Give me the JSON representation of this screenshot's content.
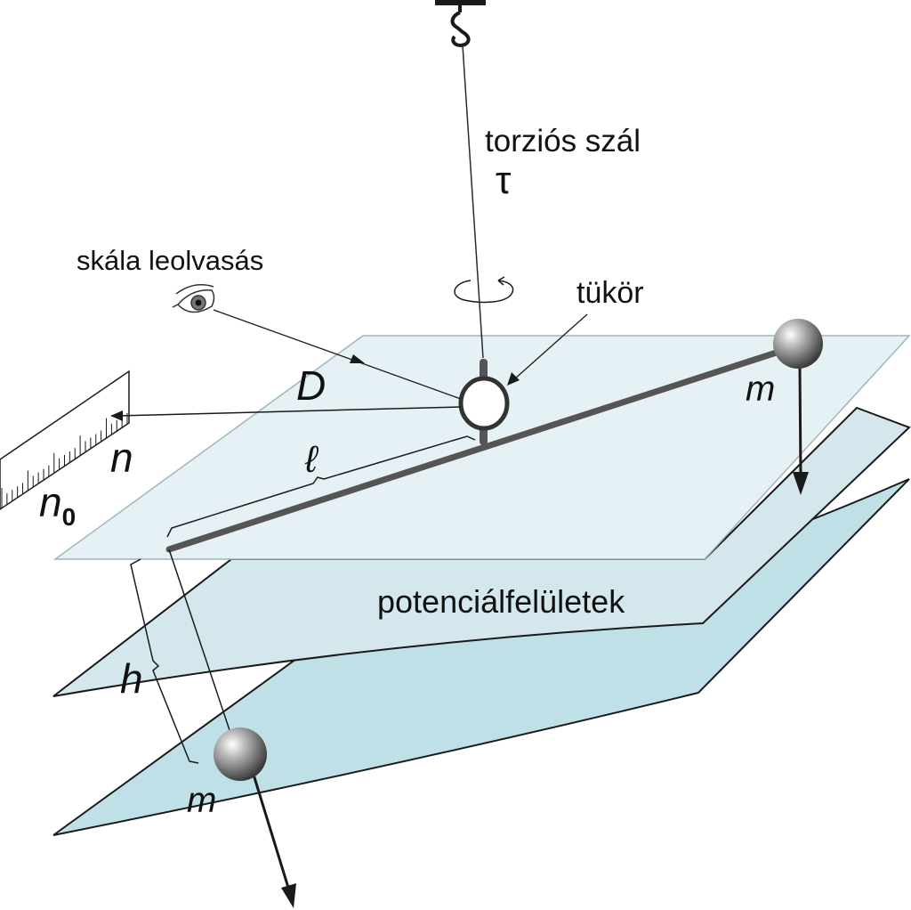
{
  "labels": {
    "fiber": "torziós szál",
    "tau": "τ",
    "scale_reading": "skála leolvasás",
    "mirror": "tükör",
    "distance": "D",
    "mass_right": "m",
    "mass_bottom": "m",
    "lever": "ℓ",
    "scale_n": "n",
    "scale_n0_base": "n",
    "scale_n0_sub": "0",
    "surfaces": "potenciálfelületek",
    "height": "h"
  },
  "colors": {
    "plane_top": "#e3f0f3",
    "plane_mid": "#d3e7ec",
    "plane_bottom": "#bfe0e6",
    "outline": "#1a1a1a",
    "rod": "#555555"
  },
  "icons": [
    "hook-icon",
    "eye-icon",
    "rotation-arrow-icon"
  ]
}
